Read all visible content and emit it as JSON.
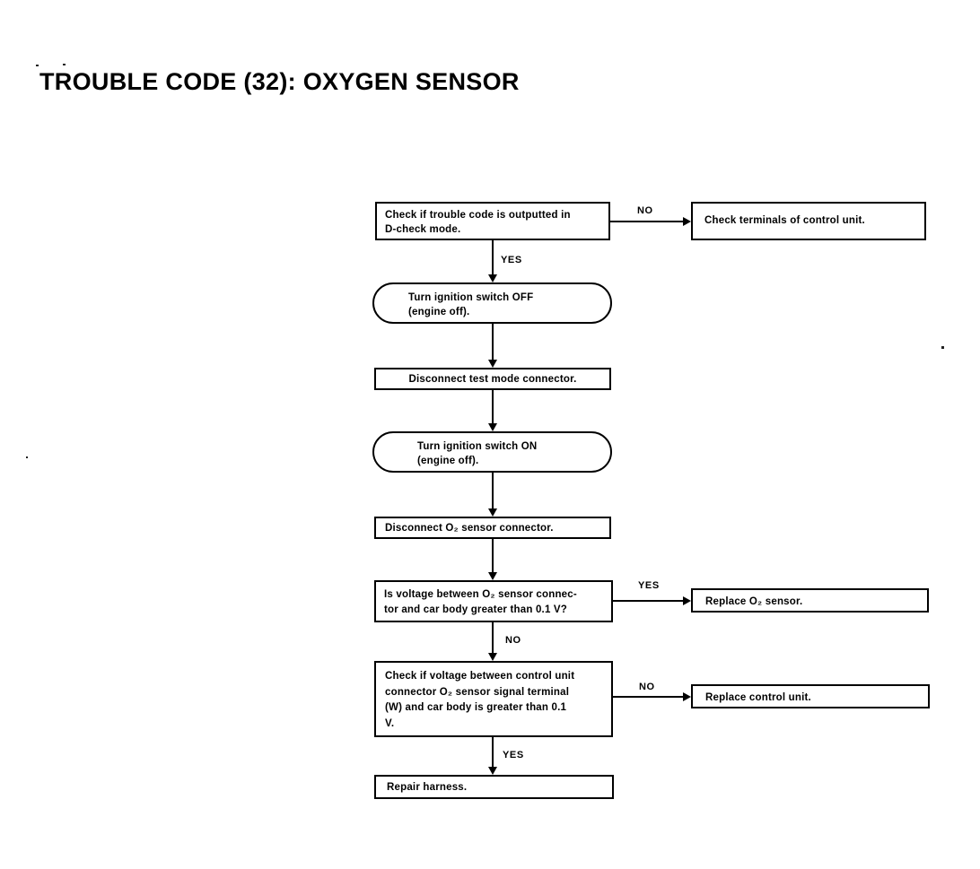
{
  "title": "TROUBLE CODE (32): OXYGEN SENSOR",
  "labels": {
    "yes": "YES",
    "no": "NO"
  },
  "flowchart": {
    "check_trouble_code": {
      "lines": [
        "Check if trouble code is outputted in",
        "D-check mode."
      ]
    },
    "check_terminals": {
      "text": "Check terminals of control unit."
    },
    "ignition_off": {
      "lines": [
        "Turn ignition switch OFF",
        "(engine off)."
      ]
    },
    "disconnect_test_mode": {
      "text": "Disconnect test mode connector."
    },
    "ignition_on": {
      "lines": [
        "Turn ignition switch ON",
        "(engine off)."
      ]
    },
    "disconnect_o2_sensor": {
      "text": "Disconnect O₂ sensor connector."
    },
    "voltage_o2_sensor": {
      "lines": [
        "Is voltage between O₂ sensor connec-",
        "tor and car body greater than 0.1 V?"
      ]
    },
    "replace_o2_sensor": {
      "text": "Replace O₂ sensor."
    },
    "voltage_control_unit": {
      "lines": [
        "Check if voltage between control unit",
        "connector O₂ sensor signal terminal",
        "(W) and car body is greater than 0.1",
        "V."
      ]
    },
    "replace_control_unit": {
      "text": "Replace control unit."
    },
    "repair_harness": {
      "text": "Repair harness."
    }
  }
}
